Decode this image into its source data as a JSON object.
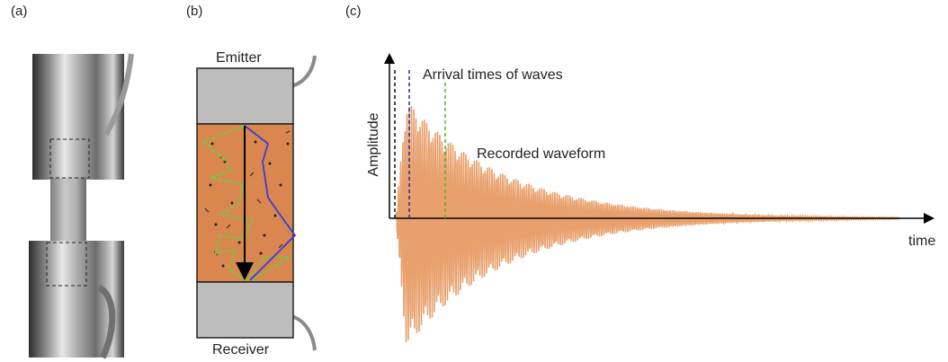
{
  "panels": {
    "a": {
      "label": "(a)"
    },
    "b": {
      "label": "(b)",
      "top_label": "Emitter",
      "bottom_label": "Receiver"
    },
    "c": {
      "label": "(c)",
      "y_axis_label": "Amplitude",
      "x_axis_label": "time",
      "annotation_arrival": "Arrival times of waves",
      "annotation_waveform": "Recorded waveform"
    }
  },
  "colors": {
    "sample_fill": "#d9874f",
    "waveform": "#e8a06c",
    "transducer": "#bdbdbd",
    "path_green": "#7cc242",
    "path_blue": "#3b3bd6",
    "arrival_black": "#111111",
    "arrival_blue": "#1f2ea8",
    "arrival_green": "#58b22a"
  }
}
